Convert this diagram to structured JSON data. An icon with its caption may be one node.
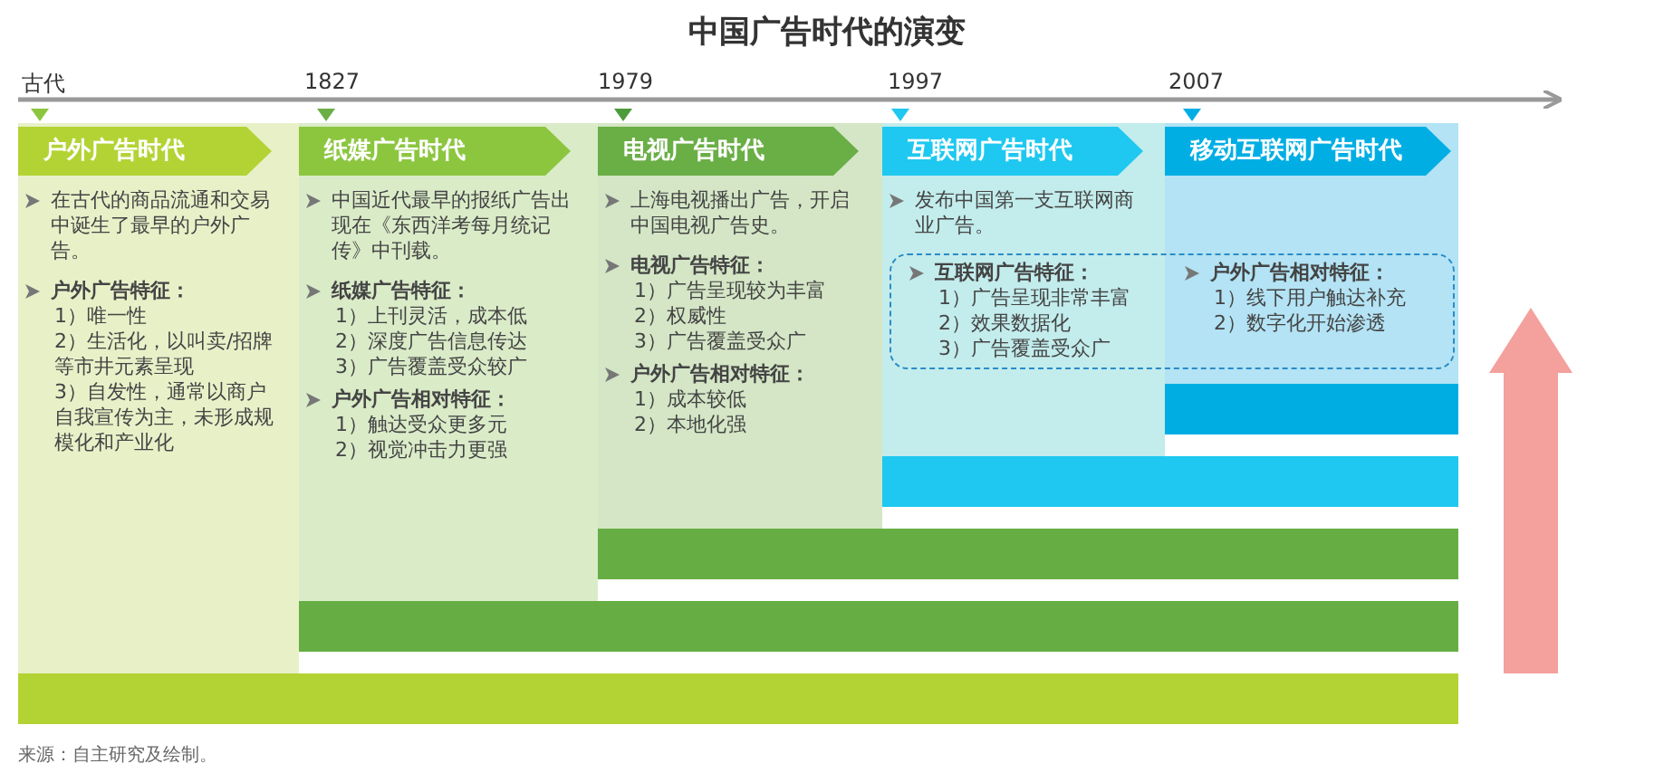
{
  "diagram": {
    "title": "中国广告时代的演变",
    "nodes": [
      {
        "text": [
          "户外广告时代",
          "在古代的商品流通和交易中诞生了最早的户外广告。",
          "户外广告特征：",
          "1）唯一性",
          "2）生活化，以叫卖/招牌等市井元素呈现",
          "3）自发性，通常以商户自我宣传为主，未形成规模化和产业化"
        ]
      },
      {
        "text": [
          "纸媒广告时代",
          "中国近代最早的报纸广告出现在《东西洋考每月统记传》中刊载。",
          "纸媒广告特征：",
          "1）上刊灵活，成本低",
          "2）深度广告信息传达",
          "3）广告覆盖受众较广",
          "户外广告相对特征：",
          "1）触达受众更多元",
          "2）视觉冲击力更强"
        ]
      },
      {
        "text": [
          "电视广告时代",
          "上海电视播出广告，开启中国电视广告史。",
          "电视广告特征：",
          "1）广告呈现较为丰富",
          "2）权威性",
          "3）广告覆盖受众广",
          "户外广告相对特征：",
          "1）成本较低",
          "2）本地化强"
        ]
      },
      {
        "text": [
          "互联网广告时代",
          "发布中国第一支互联网商业广告。"
        ]
      },
      {
        "text": [
          "移动互联网广告时代"
        ]
      },
      {
        "text": [
          "互联网广告特征：",
          "1）广告呈现非常丰富",
          "2）效果数据化",
          "3）广告覆盖受众广",
          "户外广告相对特征：",
          "1）线下用户触达补充",
          "2）数字化开始渗透"
        ]
      },
      {
        "text": [],
        "shape": "bar"
      },
      {
        "text": [],
        "shape": "bar"
      },
      {
        "text": [],
        "shape": "bar"
      },
      {
        "text": [],
        "shape": "bar"
      },
      {
        "text": [],
        "shape": "bar"
      }
    ],
    "labels": [
      "古代",
      "1827",
      "1979",
      "1997",
      "2007"
    ],
    "caption": "来源：自主研究及绘制。"
  }
}
